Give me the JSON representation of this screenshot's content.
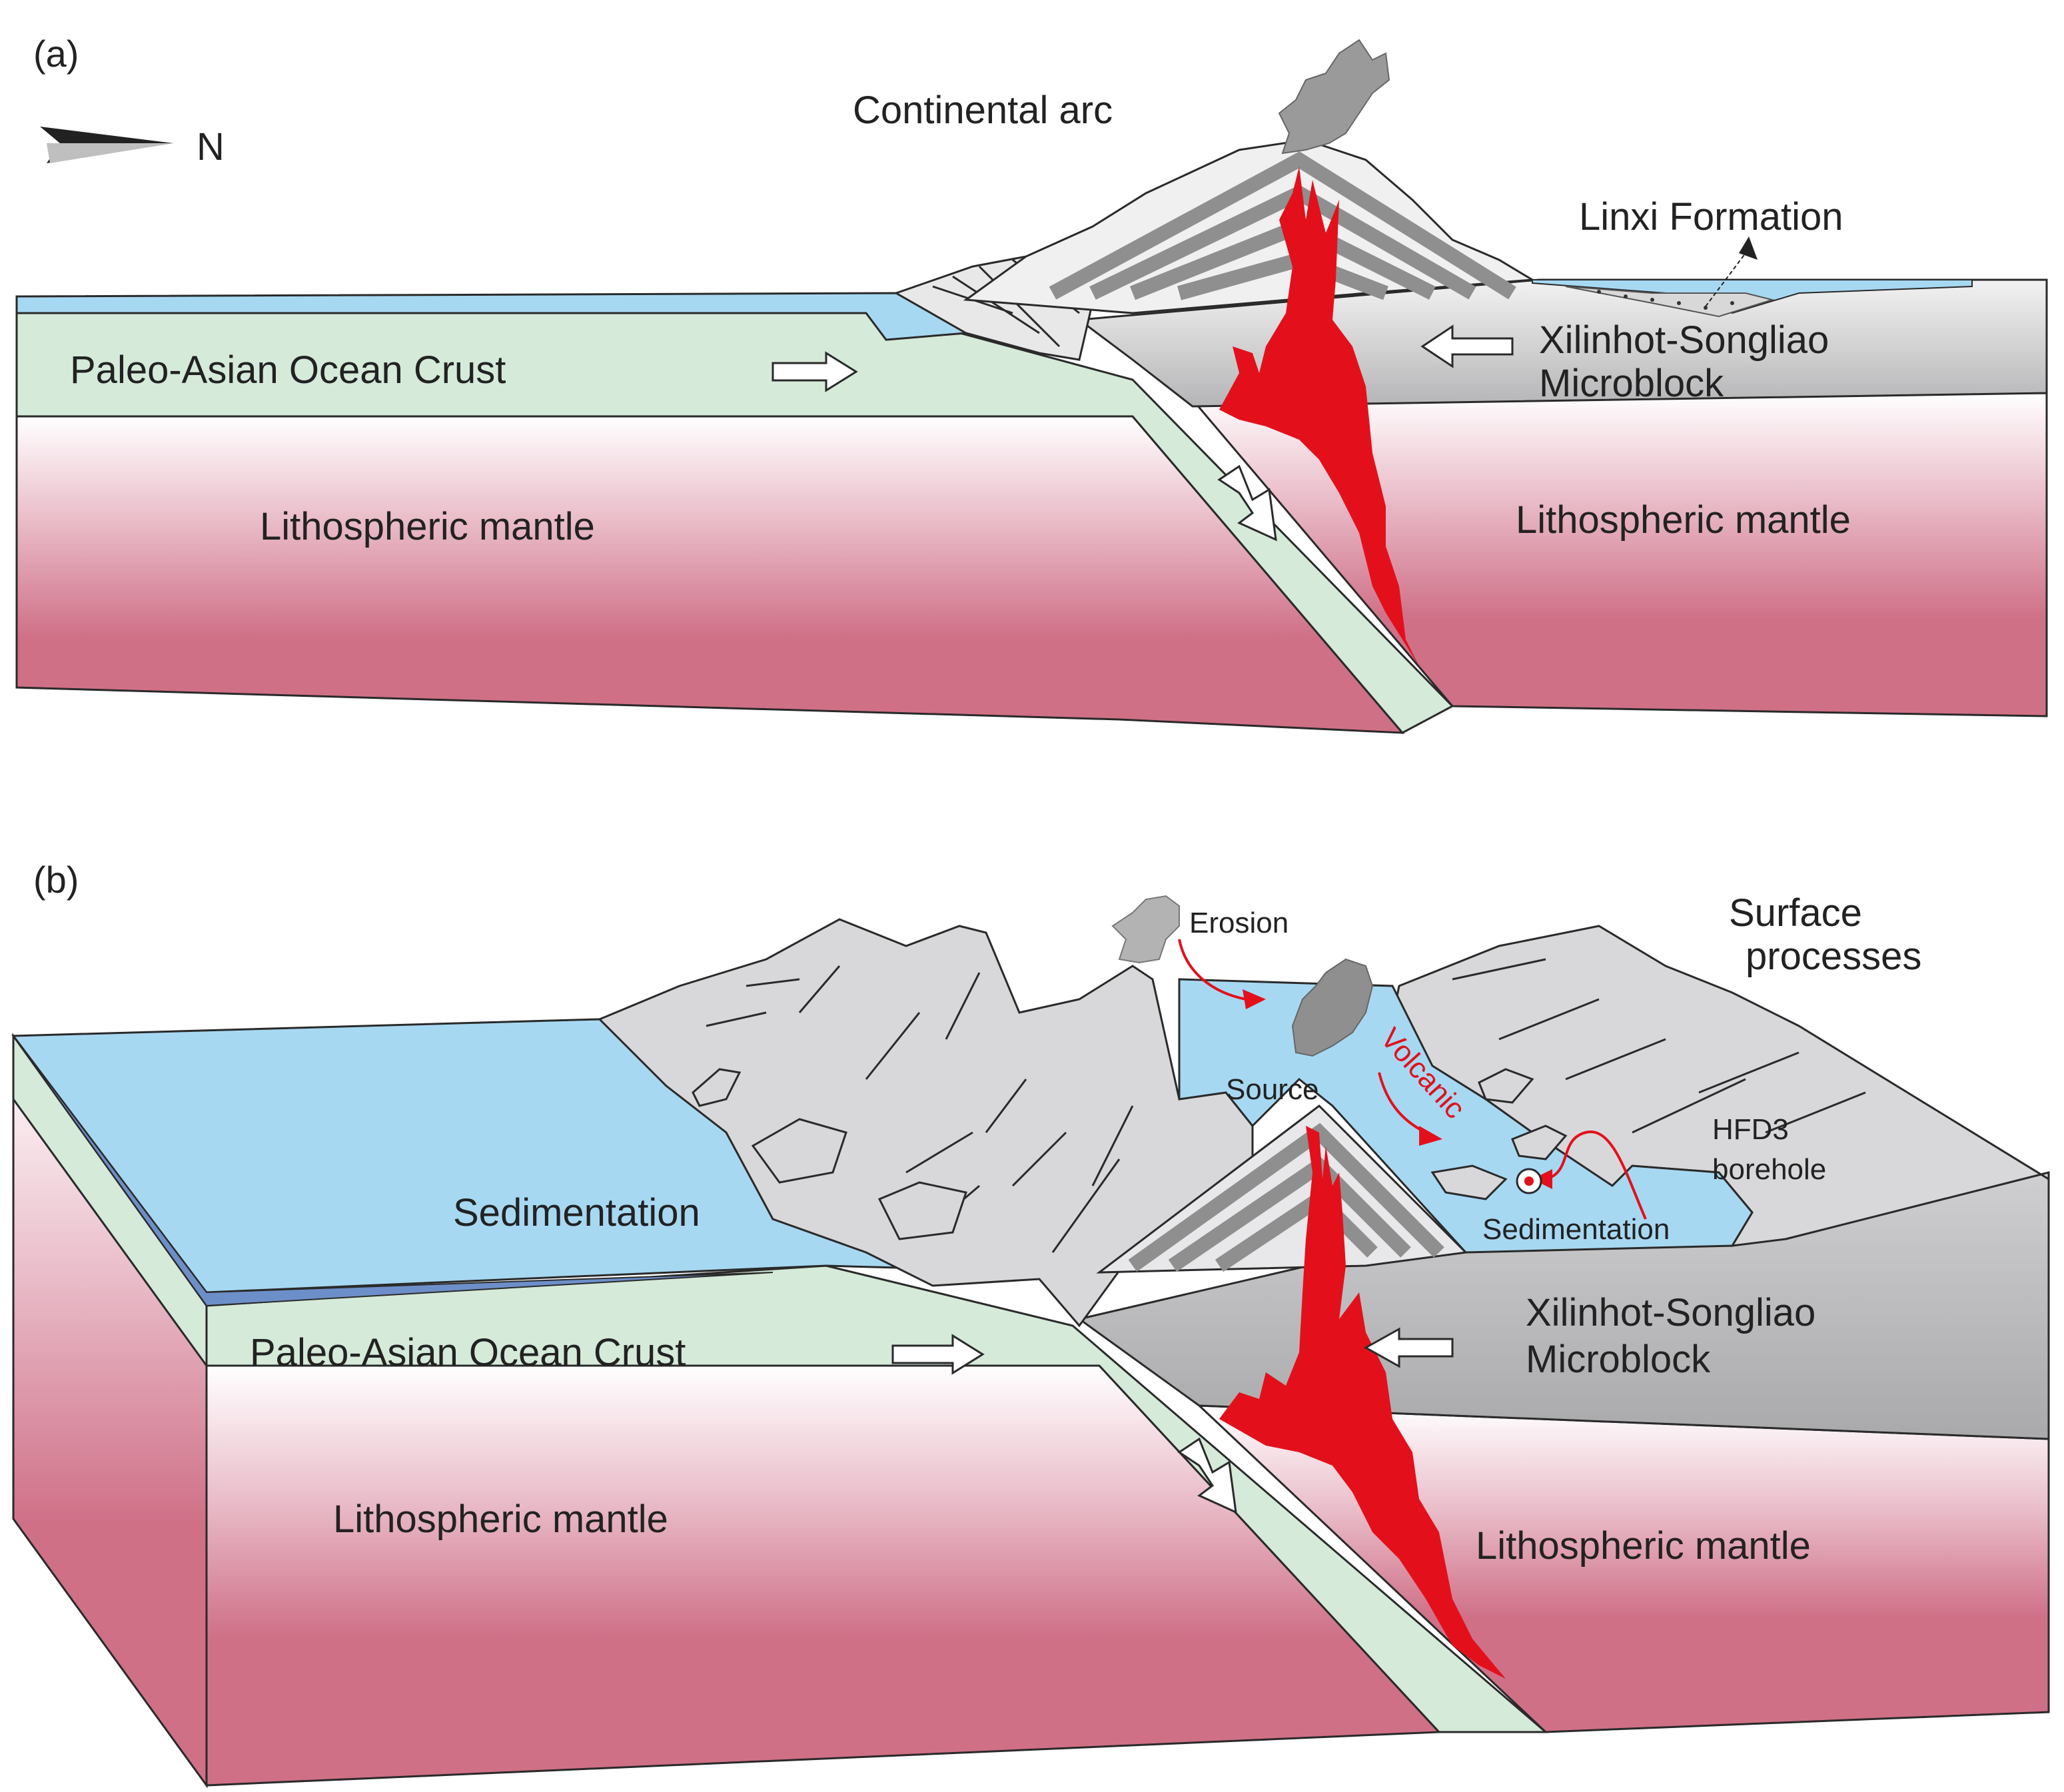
{
  "panels": {
    "a": {
      "tag": "(a)",
      "north": "N",
      "continental_arc": "Continental arc",
      "linxi_formation": "Linxi Formation",
      "ocean_crust": "Paleo-Asian Ocean Crust",
      "microblock_line1": "Xilinhot-Songliao",
      "microblock_line2": "Microblock",
      "mantle_left": "Lithospheric mantle",
      "mantle_right": "Lithospheric mantle"
    },
    "b": {
      "tag": "(b)",
      "erosion": "Erosion",
      "surface_line1": "Surface",
      "surface_line2": "processes",
      "source": "Source",
      "volcanic": "Volcanic",
      "borehole_line1": "HFD3",
      "borehole_line2": "borehole",
      "sedimentation_left": "Sedimentation",
      "sedimentation_right": "Sedimentation",
      "ocean_crust": "Paleo-Asian Ocean Crust",
      "microblock_line1": "Xilinhot-Songliao",
      "microblock_line2": "Microblock",
      "mantle_left": "Lithospheric mantle",
      "mantle_right": "Lithospheric mantle"
    }
  },
  "colors": {
    "sea": "#a7d8f2",
    "crust": "#d5ead9",
    "mantle_deep": "#cf7087",
    "microblock": "#c4c4c6",
    "magma": "#e3101b",
    "arc_stripes": "#8f8f8f"
  }
}
